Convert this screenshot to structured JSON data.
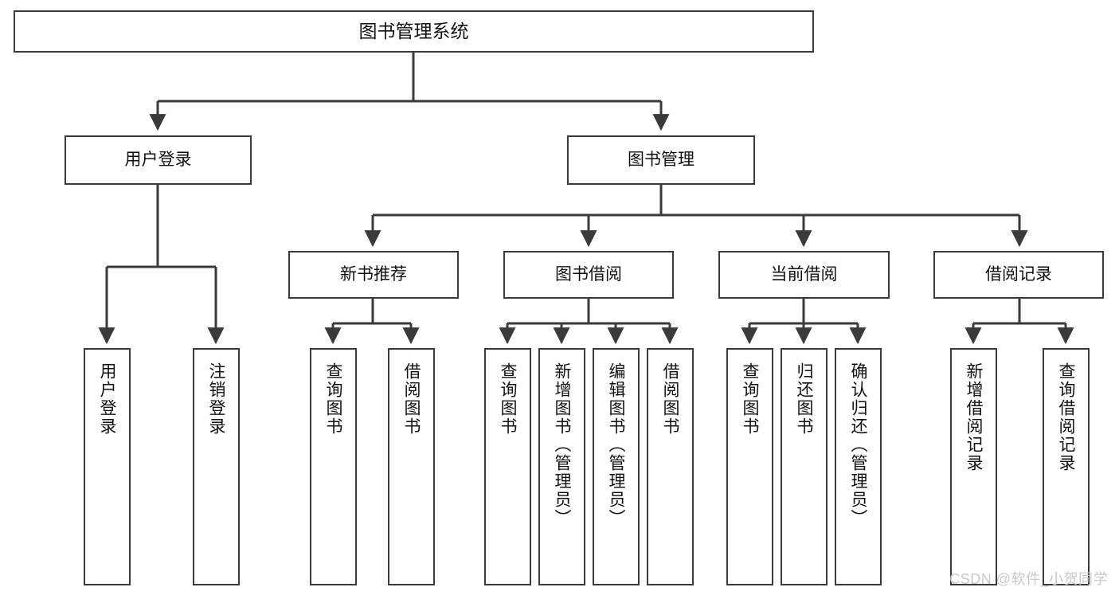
{
  "diagram": {
    "title": "图书管理系统",
    "type": "tree",
    "watermark": "CSDN @软件_小贺同学",
    "colors": {
      "stroke": "#3a3a3a",
      "fill": "#ffffff",
      "text": "#111111",
      "watermark": "#c9c9c9"
    },
    "levels": {
      "root": {
        "label": "图书管理系统"
      },
      "level2": [
        {
          "label": "用户登录"
        },
        {
          "label": "图书管理"
        }
      ],
      "level3": [
        {
          "label": "新书推荐"
        },
        {
          "label": "图书借阅"
        },
        {
          "label": "当前借阅"
        },
        {
          "label": "借阅记录"
        }
      ],
      "leaves": {
        "user_login": [
          {
            "label": "用户登录"
          },
          {
            "label": "注销登录"
          }
        ],
        "new_book_recommend": [
          {
            "label": "查询图书"
          },
          {
            "label": "借阅图书"
          }
        ],
        "book_borrow": [
          {
            "label": "查询图书"
          },
          {
            "label": "新增图书（管理员）"
          },
          {
            "label": "编辑图书（管理员）"
          },
          {
            "label": "借阅图书"
          }
        ],
        "current_borrow": [
          {
            "label": "查询图书"
          },
          {
            "label": "归还图书"
          },
          {
            "label": "确认归还（管理员）"
          }
        ],
        "borrow_record": [
          {
            "label": "新增借阅记录"
          },
          {
            "label": "查询借阅记录"
          }
        ]
      }
    }
  }
}
